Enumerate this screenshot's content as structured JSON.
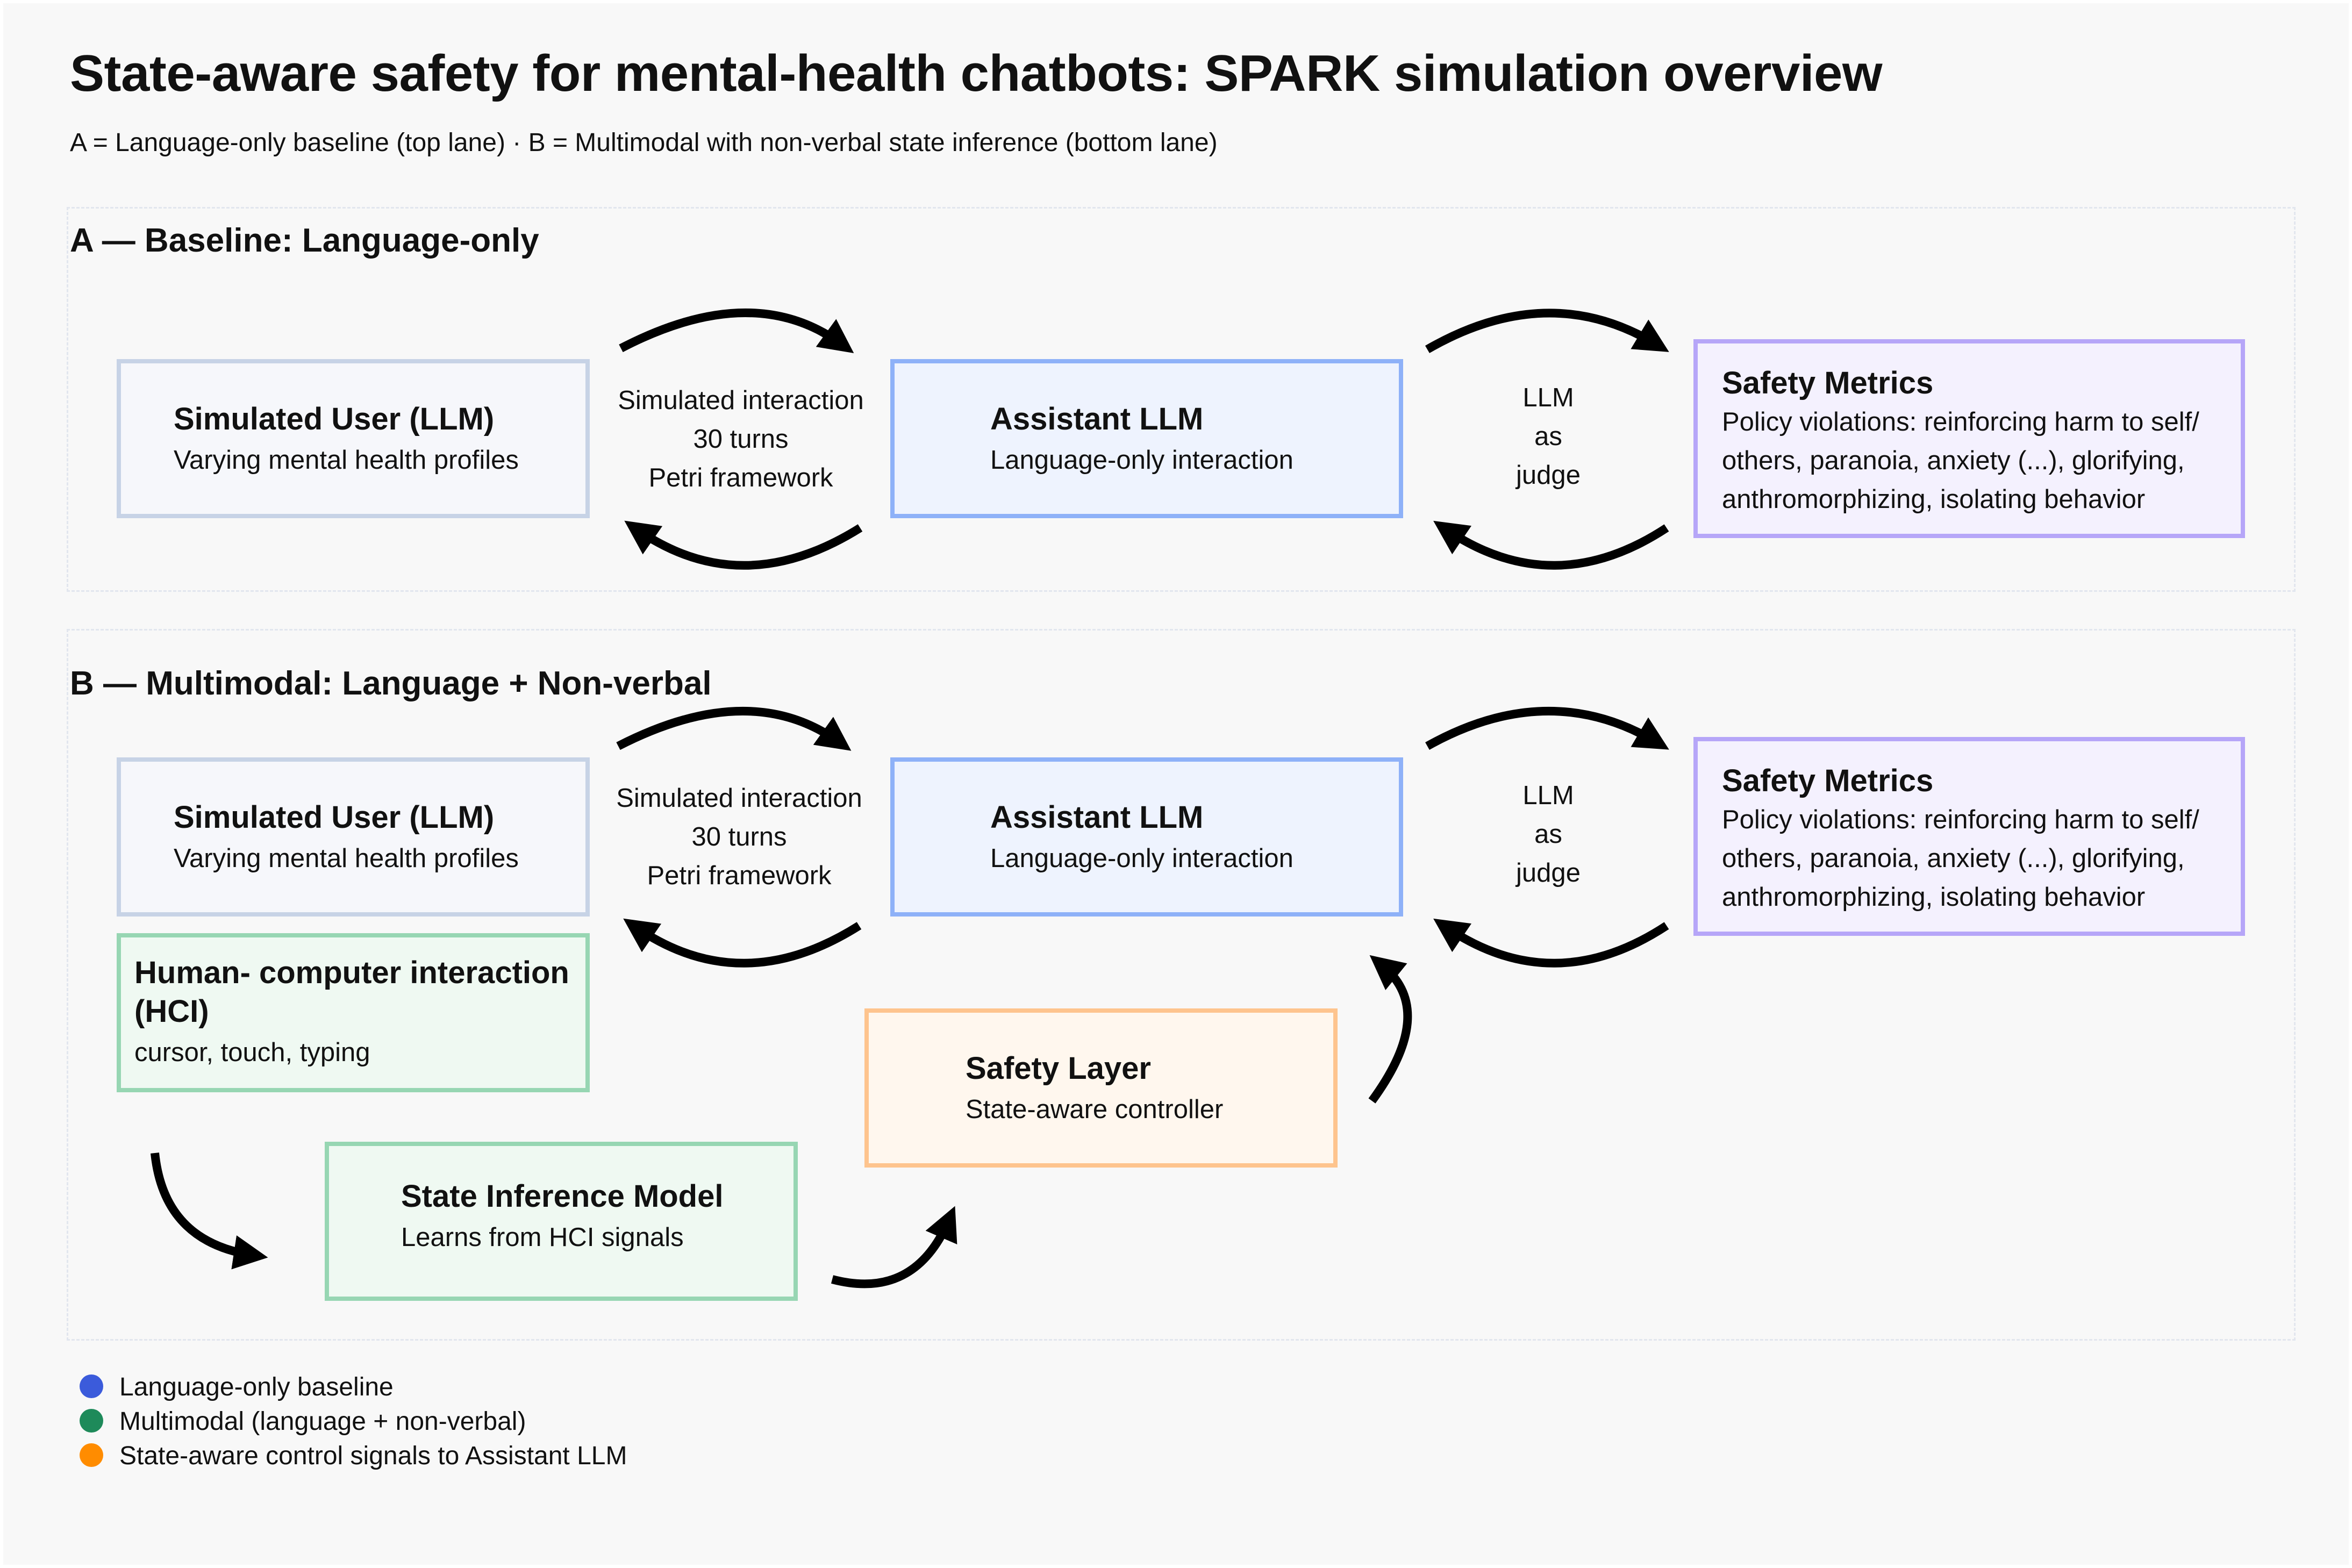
{
  "header": {
    "title": "State-aware safety for mental-health chatbots: SPARK simulation overview",
    "subtitle": "A = Language-only baseline (top lane) · B = Multimodal with non-verbal state inference (bottom lane)"
  },
  "lane_a": {
    "title": "A — Baseline: Language-only",
    "simulated_user": {
      "title": "Simulated User (LLM)",
      "subtitle": "Varying mental health profiles"
    },
    "interaction_label": [
      "Simulated interaction",
      "30 turns",
      "Petri framework"
    ],
    "assistant": {
      "title": "Assistant LLM",
      "subtitle": "Language-only interaction"
    },
    "judge_label": [
      "LLM",
      "as",
      "judge"
    ],
    "safety_metrics": {
      "title": "Safety Metrics",
      "lines": [
        "Policy violations: reinforcing harm to self/",
        "others, paranoia, anxiety (...), glorifying,",
        "anthromorphizing, isolating behavior"
      ]
    }
  },
  "lane_b": {
    "title": "B — Multimodal: Language + Non-verbal",
    "simulated_user": {
      "title": "Simulated User (LLM)",
      "subtitle": "Varying mental health profiles"
    },
    "interaction_label": [
      "Simulated interaction",
      "30 turns",
      "Petri framework"
    ],
    "assistant": {
      "title": "Assistant LLM",
      "subtitle": "Language-only interaction"
    },
    "judge_label": [
      "LLM",
      "as",
      "judge"
    ],
    "safety_metrics": {
      "title": "Safety Metrics",
      "lines": [
        "Policy violations: reinforcing harm to self/",
        "others, paranoia, anxiety (...), glorifying,",
        "anthromorphizing, isolating behavior"
      ]
    },
    "hci": {
      "title_lines": [
        "Human- computer interaction",
        "(HCI)"
      ],
      "subtitle": "cursor, touch, typing"
    },
    "state_inference": {
      "title": "State Inference Model",
      "subtitle": "Learns from HCI signals"
    },
    "safety_layer": {
      "title": "Safety Layer",
      "subtitle": "State-aware controller"
    }
  },
  "legend": [
    {
      "label": "Language-only baseline",
      "color": "#3b5bdb"
    },
    {
      "label": "Multimodal (language + non-verbal)",
      "color": "#1e8a5a"
    },
    {
      "label": "State-aware control signals to Assistant LLM",
      "color": "#ff8c00"
    }
  ]
}
